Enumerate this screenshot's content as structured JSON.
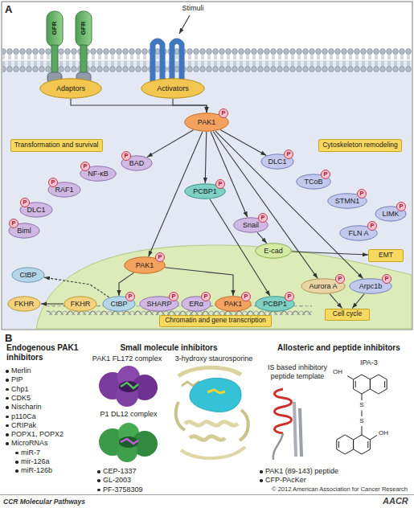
{
  "diagram": {
    "nodes": [
      {
        "text": [
          "Adaptors"
        ]
      },
      {
        "text": [
          "Activators"
        ]
      },
      {
        "text": [
          "PAK1"
        ]
      },
      {
        "text": [
          "Transformation and survival"
        ]
      },
      {
        "text": [
          "BAD"
        ]
      },
      {
        "text": [
          "NF-κB"
        ]
      },
      {
        "text": [
          "RAF1"
        ]
      },
      {
        "text": [
          "DLC1"
        ]
      },
      {
        "text": [
          "Biml"
        ]
      },
      {
        "text": [
          "Cytoskeleton remodeling"
        ]
      },
      {
        "text": [
          "DLC1"
        ]
      },
      {
        "text": [
          "TCoB"
        ]
      },
      {
        "text": [
          "STMN1"
        ]
      },
      {
        "text": [
          "FLN A"
        ]
      },
      {
        "text": [
          "LIMK"
        ]
      },
      {
        "text": [
          "PCBP1"
        ]
      },
      {
        "text": [
          "Snail"
        ]
      },
      {
        "text": [
          "E-cad"
        ]
      },
      {
        "text": [
          "EMT"
        ]
      },
      {
        "text": [
          "CtBP"
        ]
      },
      {
        "text": [
          "FKHR"
        ]
      },
      {
        "text": [
          "PAK1"
        ]
      },
      {
        "text": [
          "FKHR"
        ]
      },
      {
        "text": [
          "CtBP"
        ]
      },
      {
        "text": [
          "SHARP"
        ]
      },
      {
        "text": [
          "ERα"
        ]
      },
      {
        "text": [
          "PAK1"
        ]
      },
      {
        "text": [
          "PCBP1"
        ]
      },
      {
        "text": [
          "Aurora A"
        ]
      },
      {
        "text": [
          "Arpc1b"
        ]
      },
      {
        "text": [
          "Chromatin and gene transcription"
        ]
      },
      {
        "text": [
          "Cell cycle"
        ]
      }
    ],
    "edges": [
      {
        "from": 0,
        "to": 2,
        "arrow": "to"
      },
      {
        "from": 1,
        "to": 2,
        "arrow": "to"
      },
      {
        "from": 2,
        "to": 4,
        "arrow": "to"
      },
      {
        "from": 2,
        "to": 10,
        "arrow": "to"
      },
      {
        "from": 2,
        "to": 15,
        "arrow": "to"
      },
      {
        "from": 2,
        "to": 21,
        "arrow": "to"
      },
      {
        "from": 2,
        "to": 16,
        "arrow": "to"
      },
      {
        "from": 2,
        "to": 28,
        "arrow": "to"
      },
      {
        "from": 2,
        "to": 29,
        "arrow": "to"
      },
      {
        "from": 16,
        "to": 17,
        "arrow": "to"
      },
      {
        "from": 17,
        "to": 18,
        "arrow": "to"
      },
      {
        "from": 15,
        "to": 27,
        "arrow": "to"
      },
      {
        "from": 21,
        "to": 23,
        "arrow": "to"
      },
      {
        "from": 21,
        "to": 26,
        "arrow": "to"
      },
      {
        "from": 23,
        "to": 19,
        "arrow": "to"
      },
      {
        "from": 22,
        "to": 20,
        "arrow": "to"
      },
      {
        "from": 28,
        "to": 31,
        "arrow": "to"
      },
      {
        "from": 29,
        "to": 31,
        "arrow": "to"
      }
    ],
    "labels": [
      "A",
      "Stimuli",
      "GFR",
      "GFR",
      "P",
      "P",
      "P",
      "P",
      "P",
      "P",
      "P",
      "P",
      "P",
      "P",
      "P",
      "P",
      "P",
      "P",
      "P",
      "P",
      "P",
      "P",
      "P",
      "P",
      "P",
      "B",
      "Endogenous PAK1 inhibitors",
      "Merlin",
      "PIP",
      "Chp1",
      "CDK5",
      "Nischarin",
      "p110Ca",
      "CRIPak",
      "POPX1, POPX2",
      "MicroRNAs",
      "miR-7",
      "mir-126a",
      "miR-126b",
      "Small molecule inhibitors",
      "PAK1 FL172 complex",
      "3-hydroxy staurosporine",
      "P1 DL12 complex",
      "CEP-1337",
      "GL-2003",
      "PF-3758309",
      "Allosteric and peptide inhibitors",
      "IS based inhibitory peptide template",
      "IPA-3",
      "OH",
      "S",
      "S",
      "OH",
      "PAK1 (89-143) peptide",
      "CFP-PAcKer",
      "CCR Molecular Pathways",
      "© 2012 American Association for Cancer Research",
      "AACR"
    ]
  }
}
